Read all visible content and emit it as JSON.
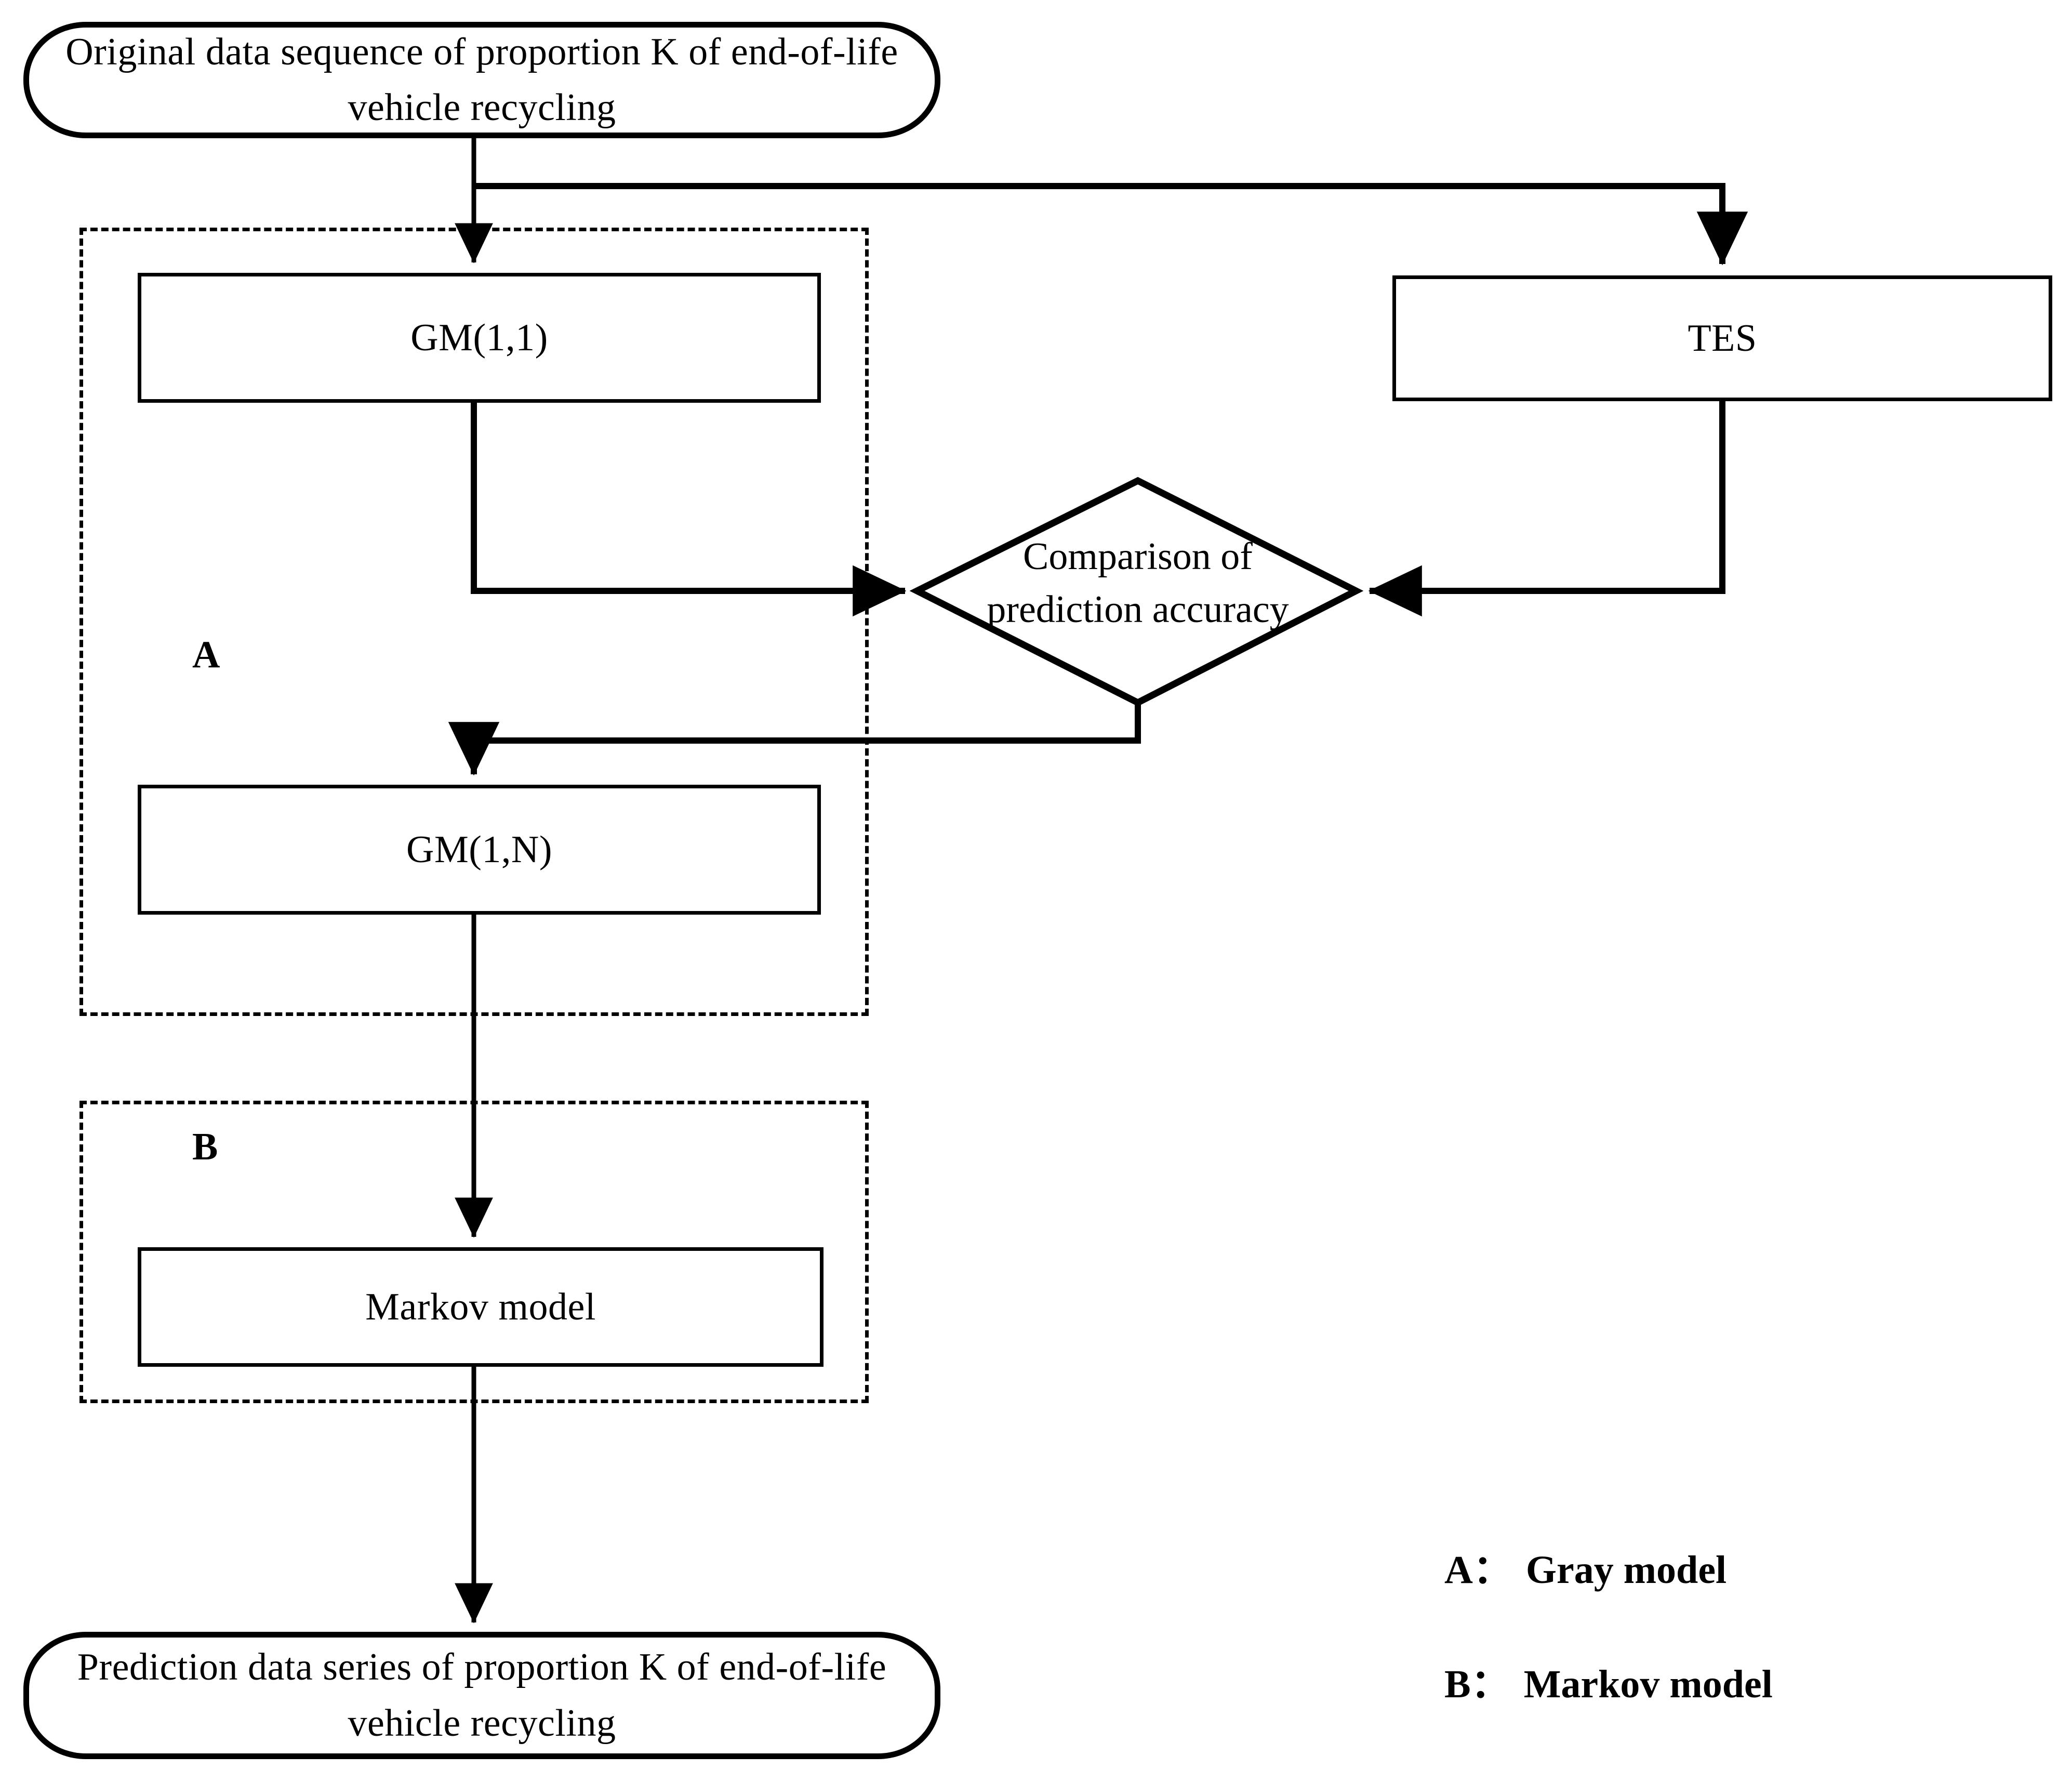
{
  "diagram": {
    "title_node_top": "Original data sequence of proportion K of end-of-life vehicle recycling",
    "title_node_bottom": "Prediction data series of proportion K of end-of-life vehicle recycling",
    "nodes": {
      "gm11": "GM(1,1)",
      "tes": "TES",
      "decision": "Comparison of prediction accuracy",
      "decision_line1": "Comparison of",
      "decision_line2": "prediction accuracy",
      "gm1n": "GM(1,N)",
      "markov": "Markov model"
    },
    "groups": {
      "a_label": "A",
      "b_label": "B"
    },
    "legend": [
      {
        "key": "A",
        "sep": "：",
        "text": "Gray model"
      },
      {
        "key": "B",
        "sep": "：",
        "text": "Markov model"
      }
    ],
    "colors": {
      "stroke": "#000000",
      "background": "#ffffff"
    }
  }
}
